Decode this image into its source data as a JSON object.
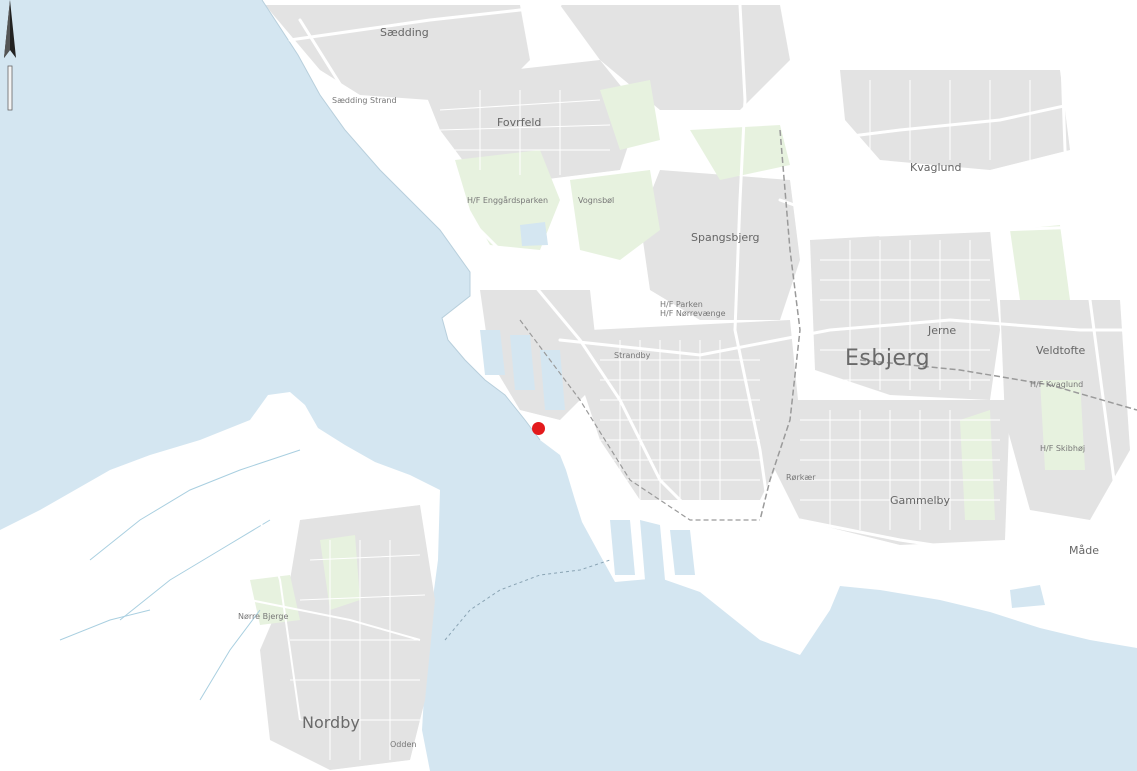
{
  "map": {
    "colors": {
      "water": "#d4e6f1",
      "land": "#ffffff",
      "urban": "#e3e3e3",
      "green": "#e7f2df",
      "road": "#ffffff",
      "marker": "#e31a1c"
    },
    "icons": [
      "north-arrow-icon",
      "location-marker-icon"
    ],
    "labels": {
      "saedding": "Sædding",
      "saedding_strand": "Sædding Strand",
      "fovrfeld": "Fovrfeld",
      "kvaglund": "Kvaglund",
      "hf_enggaardsparken": "H/F Enggårdsparken",
      "vognsbol": "Vognsbøl",
      "spangsbjerg": "Spangsbjerg",
      "hf_parken": "H/F Parken",
      "hf_norrevaenge": "H/F Nørrevænge",
      "strandby": "Strandby",
      "jerne": "Jerne",
      "esbjerg": "Esbjerg",
      "veldtofte": "Veldtofte",
      "hf_kvaglund": "H/F Kvaglund",
      "hf_skibhoj": "H/F Skibhøj",
      "rorkaer": "Rørkær",
      "gammelby": "Gammelby",
      "made": "Måde",
      "norre_bjerge": "Nørre Bjerge",
      "nordby": "Nordby",
      "odden": "Odden"
    }
  }
}
